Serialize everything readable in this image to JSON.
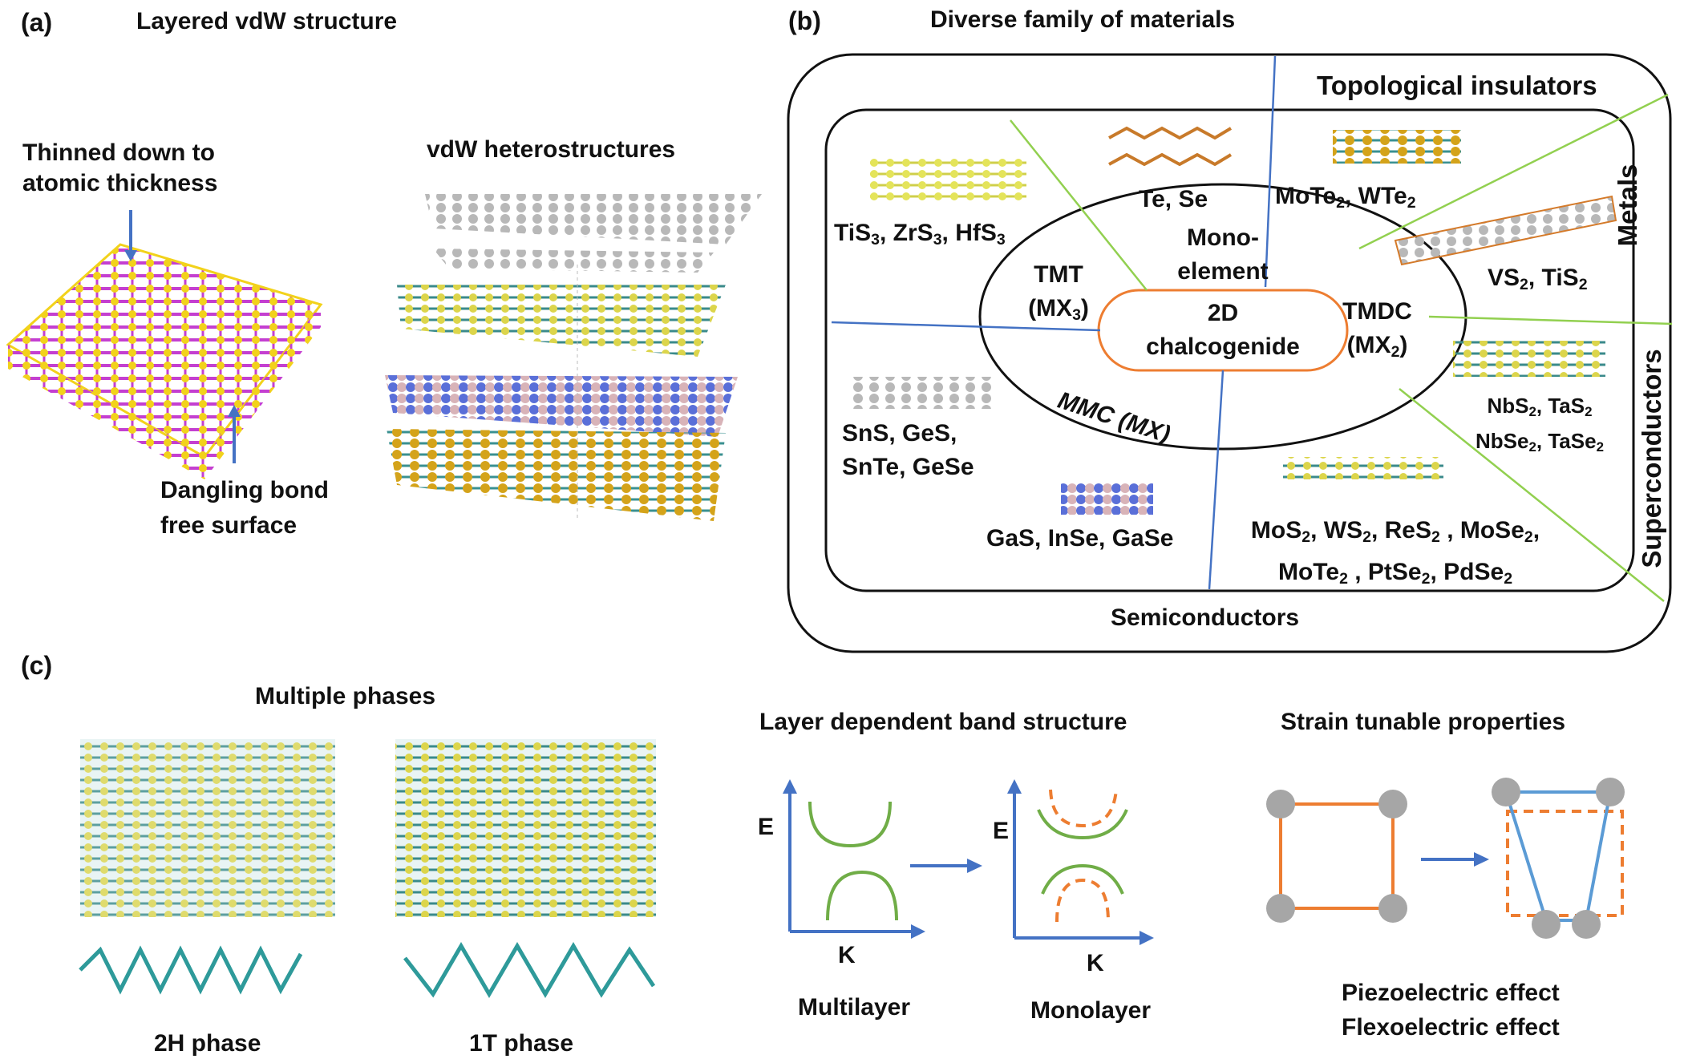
{
  "panel_a": {
    "tag": "(a)",
    "title": "Layered vdW structure",
    "thin_label": "Thinned down to atomic thickness",
    "dangling_label": "Dangling bond free surface",
    "hetero_title": "vdW heterostructures"
  },
  "panel_b": {
    "tag": "(b)",
    "title": "Diverse family of materials",
    "center": "2D chalcogenide",
    "category_topological": "Topological insulators",
    "category_metals": "Metals",
    "category_superconductors": "Superconductors",
    "category_semiconductors": "Semiconductors",
    "group_tmt": "TMT (MX3)",
    "group_mono": "Mono-element",
    "group_tmdc": "TMDC (MX2)",
    "group_mmc": "MMC (MX)",
    "mat_tis3": "TiS3, ZrS3, HfS3",
    "mat_tese": "Te, Se",
    "mat_mote2": "MoTe2, WTe2",
    "mat_vs2": "VS2, TiS2",
    "mat_nbs2": "NbS2, TaS2 NbSe2, TaSe2",
    "mat_sns": "SnS, GeS, SnTe, GeSe",
    "mat_gas": "GaS, InSe, GaSe",
    "mat_mos2": "MoS2, WS2, ReS2 , MoSe2, MoTe2 , PtSe2, PdSe2"
  },
  "panel_c": {
    "tag": "(c)",
    "phases_title": "Multiple phases",
    "phase_2h": "2H phase",
    "phase_1t": "1T phase",
    "band_title": "Layer dependent band structure",
    "axis_e": "E",
    "axis_k": "K",
    "multilayer": "Multilayer",
    "monolayer": "Monolayer",
    "strain_title": "Strain tunable properties",
    "piezo": "Piezoelectric effect",
    "flexo": "Flexoelectric effect"
  },
  "colors": {
    "blue_line": "#4472c4",
    "green_line": "#92d050",
    "orange": "#ed7d31",
    "magenta": "#c43fd0",
    "yellow": "#f2d21b",
    "teal": "#2e9a9a",
    "gray": "#9a9a9a"
  }
}
